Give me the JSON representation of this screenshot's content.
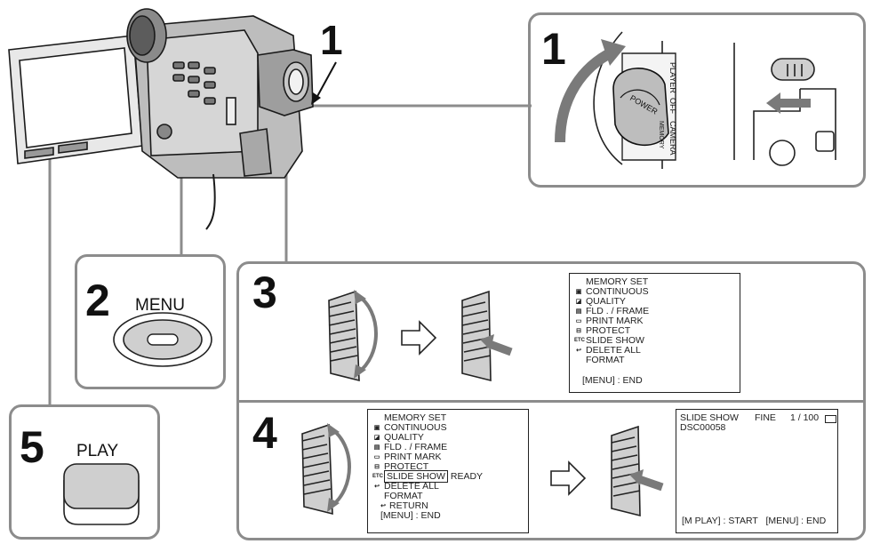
{
  "steps": {
    "step1_top_label": "1",
    "step1_panel_label": "1",
    "step2_label": "2",
    "step3_label": "3",
    "step4_label": "4",
    "step5_label": "5"
  },
  "buttons": {
    "menu_label": "MENU",
    "play_label": "PLAY"
  },
  "switch": {
    "player": "PLAYER",
    "power": "POWER",
    "off": "OFF",
    "camera": "CAMERA",
    "memory": "MEMORY"
  },
  "menu3": {
    "title": "MEMORY SET",
    "items": [
      "CONTINUOUS",
      "QUALITY",
      "FLD . / FRAME",
      "PRINT MARK",
      "PROTECT",
      "SLIDE SHOW",
      "DELETE ALL",
      "FORMAT"
    ],
    "end": "[MENU] : END"
  },
  "menu4": {
    "title": "MEMORY SET",
    "items": [
      "CONTINUOUS",
      "QUALITY",
      "FLD . / FRAME",
      "PRINT MARK",
      "PROTECT",
      "SLIDE SHOW",
      "DELETE ALL",
      "FORMAT",
      "RETURN"
    ],
    "selected_status": "READY",
    "end": "[MENU] : END"
  },
  "slideshow": {
    "title": "SLIDE SHOW",
    "quality": "FINE",
    "counter": "1 / 100",
    "filename": "DSC00058",
    "start": "[M PLAY] : START",
    "end": "[MENU] : END"
  },
  "icons": {
    "etc": "ETC"
  }
}
